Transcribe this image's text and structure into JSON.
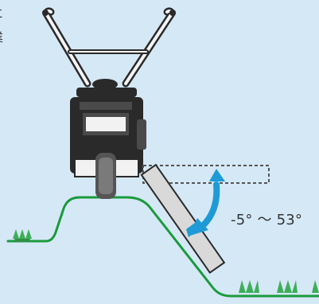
{
  "caption": {
    "line1": "に",
    "line2": "業"
  },
  "angle_label": "-5°  ～ 53°",
  "colors": {
    "background": "#d5e8f6",
    "ridge": "#1a9a3c",
    "machine_dark": "#2a2a2a",
    "machine_mid": "#4a4a4a",
    "arrow": "#1e9bd7",
    "plate": "#cccccc",
    "seedling": "#3fae5a"
  },
  "icons": [
    "tiller-machine-icon",
    "adjustable-plate-icon",
    "rotation-arrow-icon",
    "seedling-icon"
  ]
}
